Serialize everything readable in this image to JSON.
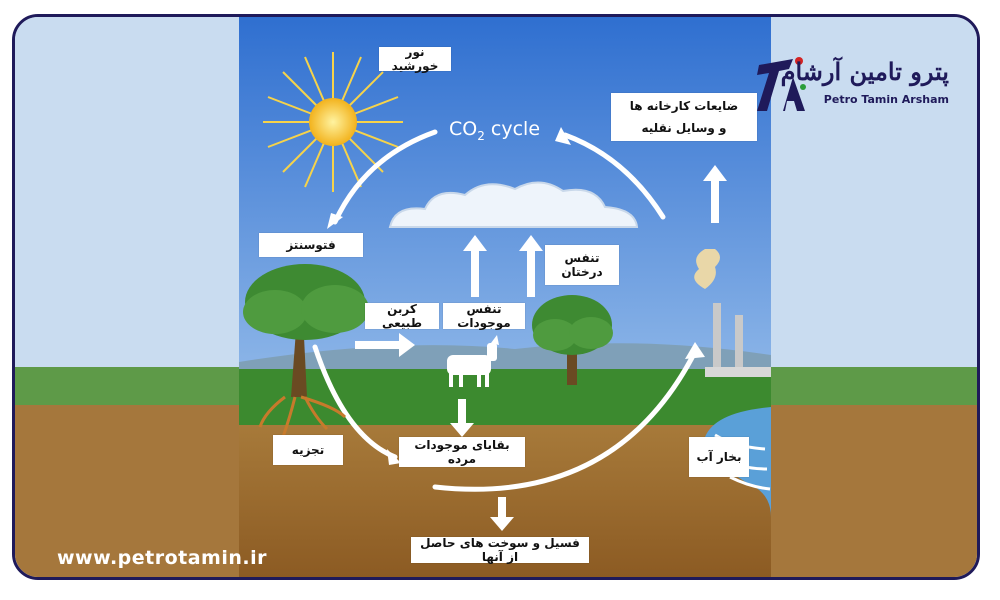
{
  "diagram": {
    "title_main": "CO",
    "title_sub": "2",
    "title_rest": " cycle",
    "labels": {
      "sunlight": "نور خورشید",
      "photosynthesis": "فتوسنتز",
      "natural_carbon": "کربن طبیعی",
      "animal_respiration": "تنفس موجودات",
      "tree_respiration": "تنفس درختان",
      "factory_emissions_line1": "ضایعات کارخانه ها",
      "factory_emissions_line2": "و وسایل نقلیه",
      "decomposition": "تجزیه",
      "dead_remains": "بقایای موجودات مرده",
      "water_vapor": "بخار آب",
      "fossil_fuels": "فسیل و سوخت های حاصل از آنها"
    }
  },
  "brand": {
    "name_fa": "پترو تامین آرشام",
    "name_en": "Petro Tamin Arsham",
    "website": "www.petrotamin.ir"
  },
  "colors": {
    "sky": "#5b8fd6",
    "grass": "#3c8a2f",
    "soil": "#b07c3c",
    "water": "#5aa0d8",
    "brand": "#1f1a5a"
  }
}
